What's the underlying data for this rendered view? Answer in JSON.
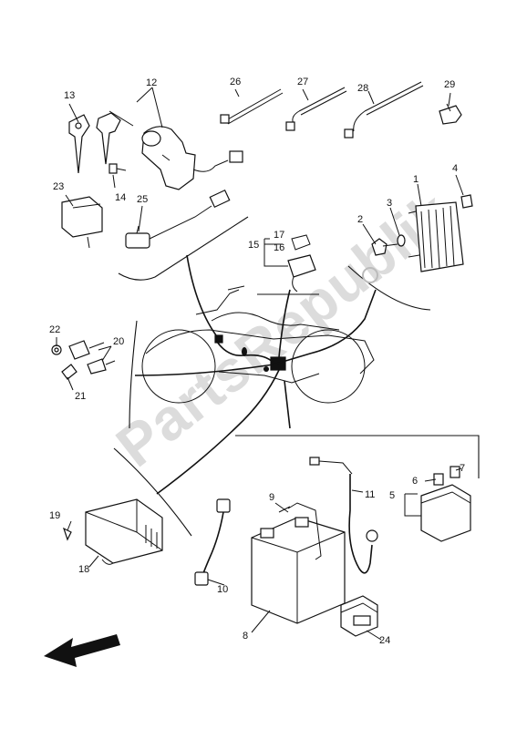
{
  "watermark": "PartsRepublik",
  "callouts": {
    "c1": "1",
    "c2": "2",
    "c3": "3",
    "c4": "4",
    "c5": "5",
    "c6": "6",
    "c7": "7",
    "c8": "8",
    "c9": "9",
    "c10": "10",
    "c11": "11",
    "c12": "12",
    "c13": "13",
    "c14": "14",
    "c15": "15",
    "c16": "16",
    "c17": "17",
    "c18": "18",
    "c19": "19",
    "c20": "20",
    "c21": "21",
    "c22": "22",
    "c23": "23",
    "c24": "24",
    "c25": "25",
    "c26": "26",
    "c27": "27",
    "c28": "28",
    "c29": "29"
  },
  "arrow_direction": "front-left"
}
